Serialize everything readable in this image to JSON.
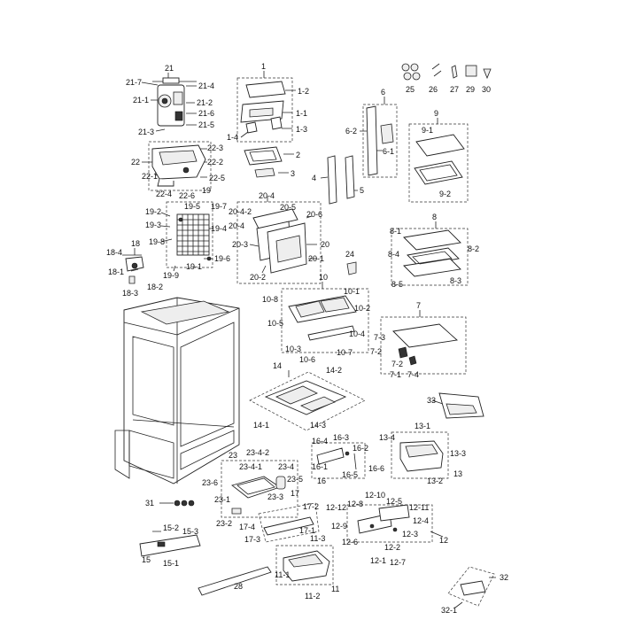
{
  "labels": {
    "l1": "1",
    "l1_2": "1-2",
    "l1_1": "1-1",
    "l1_3": "1-3",
    "l1_4": "1-4",
    "l2": "2",
    "l3": "3",
    "l4": "4",
    "l5": "5",
    "l6": "6",
    "l6_2": "6-2",
    "l6_1": "6-1",
    "l9": "9",
    "l9_1": "9-1",
    "l9_2": "9-2",
    "l8": "8",
    "l8_1": "8-1",
    "l8_2": "8-2",
    "l8_3": "8-3",
    "l8_4": "8-4",
    "l8_5": "8-5",
    "l7": "7",
    "l7_1": "7-1",
    "l7_2": "7-2",
    "l7_3": "7-3",
    "l7_4": "7-4",
    "l10": "10",
    "l10_1": "10-1",
    "l10_2": "10-2",
    "l10_3": "10-3",
    "l10_4": "10-4",
    "l10_5": "10-5",
    "l10_6": "10-6",
    "l10_7": "10-7",
    "l10_8": "10-8",
    "l11": "11",
    "l11_1": "11-1",
    "l11_2": "11-2",
    "l11_3": "11-3",
    "l12": "12",
    "l12_1": "12-1",
    "l12_2": "12-2",
    "l12_3": "12-3",
    "l12_4": "12-4",
    "l12_5": "12-5",
    "l12_6": "12-6",
    "l12_7": "12-7",
    "l12_8": "12-8",
    "l12_9": "12-9",
    "l12_10": "12-10",
    "l12_11": "12-11",
    "l12_12": "12-12",
    "l13": "13",
    "l13_1": "13-1",
    "l13_2": "13-2",
    "l13_3": "13-3",
    "l13_4": "13-4",
    "l14": "14",
    "l14_1": "14-1",
    "l14_2": "14-2",
    "l14_3": "14-3",
    "l15": "15",
    "l15_1": "15-1",
    "l15_2": "15-2",
    "l15_3": "15-3",
    "l16": "16",
    "l16_1": "16-1",
    "l16_2": "16-2",
    "l16_3": "16-3",
    "l16_4": "16-4",
    "l16_5": "16-5",
    "l16_6": "16-6",
    "l17": "17",
    "l17_1": "17-1",
    "l17_2": "17-2",
    "l17_3": "17-3",
    "l17_4": "17-4",
    "l18": "18",
    "l18_1": "18-1",
    "l18_2": "18-2",
    "l18_3": "18-3",
    "l18_4": "18-4",
    "l19": "19",
    "l19_1": "19-1",
    "l19_2": "19-2",
    "l19_3": "19-3",
    "l19_4": "19-4",
    "l19_5": "19-5",
    "l19_6": "19-6",
    "l19_7": "19-7",
    "l19_8": "19-8",
    "l19_9": "19-9",
    "l20": "20",
    "l20_1": "20-1",
    "l20_2": "20-2",
    "l20_3": "20-3",
    "l20_4": "20-4",
    "l20_4b": "20-4",
    "l20_4_2": "20-4-2",
    "l20_5": "20-5",
    "l20_6": "20-6",
    "l21": "21",
    "l21_1": "21-1",
    "l21_2": "21-2",
    "l21_3": "21-3",
    "l21_4": "21-4",
    "l21_5": "21-5",
    "l21_6": "21-6",
    "l21_7": "21-7",
    "l22": "22",
    "l22_1": "22-1",
    "l22_2": "22-2",
    "l22_3": "22-3",
    "l22_4": "22-4",
    "l22_5": "22-5",
    "l22_6": "22-6",
    "l23": "23",
    "l23_1": "23-1",
    "l23_2": "23-2",
    "l23_3": "23-3",
    "l23_4": "23-4",
    "l23_4_1": "23-4-1",
    "l23_4_2": "23-4-2",
    "l23_5": "23-5",
    "l23_6": "23-6",
    "l24": "24",
    "l25": "25",
    "l26": "26",
    "l27": "27",
    "l28": "28",
    "l29": "29",
    "l30": "30",
    "l31": "31",
    "l32": "32",
    "l32_1": "32-1",
    "l33": "33"
  }
}
